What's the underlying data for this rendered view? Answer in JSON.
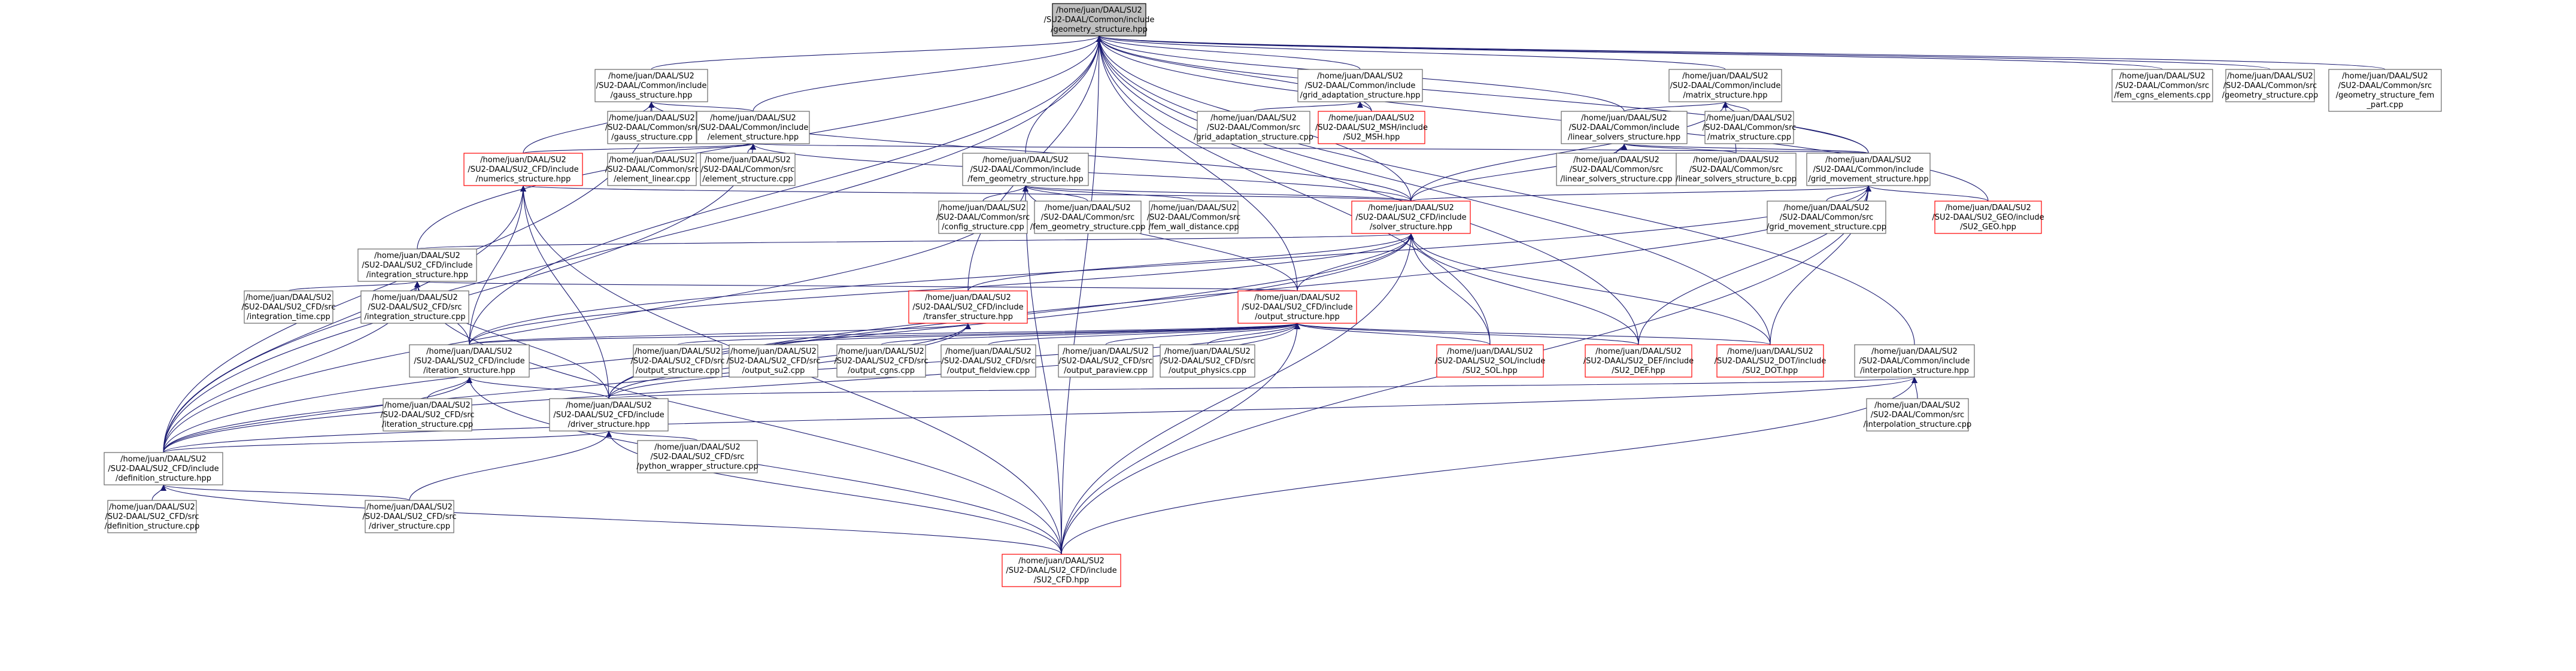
{
  "graph": {
    "colors": {
      "edge": "#191970",
      "root_fill": "#bfbfbf",
      "node_border": "#666666",
      "highlight_border": "#ff0000"
    },
    "nodes": [
      {
        "id": "root",
        "style": "root",
        "lines": [
          "/home/juan/DAAL/SU2",
          "/SU2-DAAL/Common/include",
          "/geometry_structure.hpp"
        ]
      },
      {
        "id": "gauss_hpp",
        "style": "normal",
        "lines": [
          "/home/juan/DAAL/SU2",
          "/SU2-DAAL/Common/include",
          "/gauss_structure.hpp"
        ]
      },
      {
        "id": "gauss_cpp",
        "style": "normal",
        "lines": [
          "/home/juan/DAAL/SU2",
          "/SU2-DAAL/Common/src",
          "/gauss_structure.cpp"
        ]
      },
      {
        "id": "element_hpp",
        "style": "normal",
        "lines": [
          "/home/juan/DAAL/SU2",
          "/SU2-DAAL/Common/include",
          "/element_structure.hpp"
        ]
      },
      {
        "id": "numerics_hpp",
        "style": "red",
        "lines": [
          "/home/juan/DAAL/SU2",
          "/SU2-DAAL/SU2_CFD/include",
          "/numerics_structure.hpp"
        ]
      },
      {
        "id": "element_linear_cpp",
        "style": "normal",
        "lines": [
          "/home/juan/DAAL/SU2",
          "/SU2-DAAL/Common/src",
          "/element_linear.cpp"
        ]
      },
      {
        "id": "element_cpp",
        "style": "normal",
        "lines": [
          "/home/juan/DAAL/SU2",
          "/SU2-DAAL/Common/src",
          "/element_structure.cpp"
        ]
      },
      {
        "id": "fem_hpp",
        "style": "normal",
        "lines": [
          "/home/juan/DAAL/SU2",
          "/SU2-DAAL/Common/include",
          "/fem_geometry_structure.hpp"
        ]
      },
      {
        "id": "config_cpp",
        "style": "normal",
        "lines": [
          "/home/juan/DAAL/SU2",
          "/SU2-DAAL/Common/src",
          "/config_structure.cpp"
        ]
      },
      {
        "id": "fem_geom_cpp",
        "style": "normal",
        "lines": [
          "/home/juan/DAAL/SU2",
          "/SU2-DAAL/Common/src",
          "/fem_geometry_structure.cpp"
        ]
      },
      {
        "id": "fem_wall_cpp",
        "style": "normal",
        "lines": [
          "/home/juan/DAAL/SU2",
          "/SU2-DAAL/Common/src",
          "/fem_wall_distance.cpp"
        ]
      },
      {
        "id": "grid_adapt_hpp",
        "style": "normal",
        "lines": [
          "/home/juan/DAAL/SU2",
          "/SU2-DAAL/Common/include",
          "/grid_adaptation_structure.hpp"
        ]
      },
      {
        "id": "grid_adapt_cpp",
        "style": "normal",
        "lines": [
          "/home/juan/DAAL/SU2",
          "/SU2-DAAL/Common/src",
          "/grid_adaptation_structure.cpp"
        ]
      },
      {
        "id": "su2_msh_hpp",
        "style": "red",
        "lines": [
          "/home/juan/DAAL/SU2",
          "/SU2-DAAL/SU2_MSH/include",
          "/SU2_MSH.hpp"
        ]
      },
      {
        "id": "matrix_hpp",
        "style": "normal",
        "lines": [
          "/home/juan/DAAL/SU2",
          "/SU2-DAAL/Common/include",
          "/matrix_structure.hpp"
        ]
      },
      {
        "id": "linear_hpp",
        "style": "normal",
        "lines": [
          "/home/juan/DAAL/SU2",
          "/SU2-DAAL/Common/include",
          "/linear_solvers_structure.hpp"
        ]
      },
      {
        "id": "matrix_cpp",
        "style": "normal",
        "lines": [
          "/home/juan/DAAL/SU2",
          "/SU2-DAAL/Common/src",
          "/matrix_structure.cpp"
        ]
      },
      {
        "id": "linear_cpp",
        "style": "normal",
        "lines": [
          "/home/juan/DAAL/SU2",
          "/SU2-DAAL/Common/src",
          "/linear_solvers_structure.cpp"
        ]
      },
      {
        "id": "linear_b_cpp",
        "style": "normal",
        "lines": [
          "/home/juan/DAAL/SU2",
          "/SU2-DAAL/Common/src",
          "/linear_solvers_structure_b.cpp"
        ]
      },
      {
        "id": "grid_move_hpp",
        "style": "normal",
        "lines": [
          "/home/juan/DAAL/SU2",
          "/SU2-DAAL/Common/include",
          "/grid_movement_structure.hpp"
        ]
      },
      {
        "id": "grid_move_cpp",
        "style": "normal",
        "lines": [
          "/home/juan/DAAL/SU2",
          "/SU2-DAAL/Common/src",
          "/grid_movement_structure.cpp"
        ]
      },
      {
        "id": "su2_geo_hpp",
        "style": "red",
        "lines": [
          "/home/juan/DAAL/SU2",
          "/SU2-DAAL/SU2_GEO/include",
          "/SU2_GEO.hpp"
        ]
      },
      {
        "id": "fem_cgns_cpp",
        "style": "normal",
        "lines": [
          "/home/juan/DAAL/SU2",
          "/SU2-DAAL/Common/src",
          "/fem_cgns_elements.cpp"
        ]
      },
      {
        "id": "geometry_cpp",
        "style": "normal",
        "lines": [
          "/home/juan/DAAL/SU2",
          "/SU2-DAAL/Common/src",
          "/geometry_structure.cpp"
        ]
      },
      {
        "id": "geom_fem_part_cpp",
        "style": "normal",
        "lines": [
          "/home/juan/DAAL/SU2",
          "/SU2-DAAL/Common/src",
          "/geometry_structure_fem",
          "_part.cpp"
        ]
      },
      {
        "id": "solver_hpp",
        "style": "red",
        "lines": [
          "/home/juan/DAAL/SU2",
          "/SU2-DAAL/SU2_CFD/include",
          "/solver_structure.hpp"
        ]
      },
      {
        "id": "integration_hpp",
        "style": "normal",
        "lines": [
          "/home/juan/DAAL/SU2",
          "/SU2-DAAL/SU2_CFD/include",
          "/integration_structure.hpp"
        ]
      },
      {
        "id": "integration_time_cpp",
        "style": "normal",
        "lines": [
          "/home/juan/DAAL/SU2",
          "/SU2-DAAL/SU2_CFD/src",
          "/integration_time.cpp"
        ]
      },
      {
        "id": "integration_cpp",
        "style": "normal",
        "lines": [
          "/home/juan/DAAL/SU2",
          "/SU2-DAAL/SU2_CFD/src",
          "/integration_structure.cpp"
        ]
      },
      {
        "id": "transfer_hpp",
        "style": "red",
        "lines": [
          "/home/juan/DAAL/SU2",
          "/SU2-DAAL/SU2_CFD/include",
          "/transfer_structure.hpp"
        ]
      },
      {
        "id": "output_hpp",
        "style": "red",
        "lines": [
          "/home/juan/DAAL/SU2",
          "/SU2-DAAL/SU2_CFD/include",
          "/output_structure.hpp"
        ]
      },
      {
        "id": "iteration_hpp",
        "style": "normal",
        "lines": [
          "/home/juan/DAAL/SU2",
          "/SU2-DAAL/SU2_CFD/include",
          "/iteration_structure.hpp"
        ]
      },
      {
        "id": "output_structure_cpp",
        "style": "normal",
        "lines": [
          "/home/juan/DAAL/SU2",
          "/SU2-DAAL/SU2_CFD/src",
          "/output_structure.cpp"
        ]
      },
      {
        "id": "output_su2_cpp",
        "style": "normal",
        "lines": [
          "/home/juan/DAAL/SU2",
          "/SU2-DAAL/SU2_CFD/src",
          "/output_su2.cpp"
        ]
      },
      {
        "id": "output_cgns_cpp",
        "style": "normal",
        "lines": [
          "/home/juan/DAAL/SU2",
          "/SU2-DAAL/SU2_CFD/src",
          "/output_cgns.cpp"
        ]
      },
      {
        "id": "output_fieldview_cpp",
        "style": "normal",
        "lines": [
          "/home/juan/DAAL/SU2",
          "/SU2-DAAL/SU2_CFD/src",
          "/output_fieldview.cpp"
        ]
      },
      {
        "id": "output_paraview_cpp",
        "style": "normal",
        "lines": [
          "/home/juan/DAAL/SU2",
          "/SU2-DAAL/SU2_CFD/src",
          "/output_paraview.cpp"
        ]
      },
      {
        "id": "output_physics_cpp",
        "style": "normal",
        "lines": [
          "/home/juan/DAAL/SU2",
          "/SU2-DAAL/SU2_CFD/src",
          "/output_physics.cpp"
        ]
      },
      {
        "id": "su2_sol_hpp",
        "style": "red",
        "lines": [
          "/home/juan/DAAL/SU2",
          "/SU2-DAAL/SU2_SOL/include",
          "/SU2_SOL.hpp"
        ]
      },
      {
        "id": "su2_def_hpp",
        "style": "red",
        "lines": [
          "/home/juan/DAAL/SU2",
          "/SU2-DAAL/SU2_DEF/include",
          "/SU2_DEF.hpp"
        ]
      },
      {
        "id": "su2_dot_hpp",
        "style": "red",
        "lines": [
          "/home/juan/DAAL/SU2",
          "/SU2-DAAL/SU2_DOT/include",
          "/SU2_DOT.hpp"
        ]
      },
      {
        "id": "interp_hpp",
        "style": "normal",
        "lines": [
          "/home/juan/DAAL/SU2",
          "/SU2-DAAL/Common/include",
          "/interpolation_structure.hpp"
        ]
      },
      {
        "id": "interp_cpp",
        "style": "normal",
        "lines": [
          "/home/juan/DAAL/SU2",
          "/SU2-DAAL/Common/src",
          "/interpolation_structure.cpp"
        ]
      },
      {
        "id": "iteration_cpp",
        "style": "normal",
        "lines": [
          "/home/juan/DAAL/SU2",
          "/SU2-DAAL/SU2_CFD/src",
          "/iteration_structure.cpp"
        ]
      },
      {
        "id": "driver_hpp",
        "style": "normal",
        "lines": [
          "/home/juan/DAAL/SU2",
          "/SU2-DAAL/SU2_CFD/include",
          "/driver_structure.hpp"
        ]
      },
      {
        "id": "python_wrapper_cpp",
        "style": "normal",
        "lines": [
          "/home/juan/DAAL/SU2",
          "/SU2-DAAL/SU2_CFD/src",
          "/python_wrapper_structure.cpp"
        ]
      },
      {
        "id": "definition_hpp",
        "style": "normal",
        "lines": [
          "/home/juan/DAAL/SU2",
          "/SU2-DAAL/SU2_CFD/include",
          "/definition_structure.hpp"
        ]
      },
      {
        "id": "definition_cpp",
        "style": "normal",
        "lines": [
          "/home/juan/DAAL/SU2",
          "/SU2-DAAL/SU2_CFD/src",
          "/definition_structure.cpp"
        ]
      },
      {
        "id": "driver_cpp",
        "style": "normal",
        "lines": [
          "/home/juan/DAAL/SU2",
          "/SU2-DAAL/SU2_CFD/src",
          "/driver_structure.cpp"
        ]
      },
      {
        "id": "su2_cfd_hpp",
        "style": "red",
        "lines": [
          "/home/juan/DAAL/SU2",
          "/SU2-DAAL/SU2_CFD/include",
          "/SU2_CFD.hpp"
        ]
      }
    ],
    "edges": [
      [
        "gauss_hpp",
        "root"
      ],
      [
        "grid_adapt_hpp",
        "root"
      ],
      [
        "matrix_hpp",
        "root"
      ],
      [
        "fem_cgns_cpp",
        "root"
      ],
      [
        "geometry_cpp",
        "root"
      ],
      [
        "geom_fem_part_cpp",
        "root"
      ],
      [
        "element_hpp",
        "root"
      ],
      [
        "fem_hpp",
        "root"
      ],
      [
        "su2_msh_hpp",
        "root"
      ],
      [
        "linear_hpp",
        "root"
      ],
      [
        "grid_move_hpp",
        "root"
      ],
      [
        "solver_hpp",
        "root"
      ],
      [
        "integration_hpp",
        "root"
      ],
      [
        "transfer_hpp",
        "root"
      ],
      [
        "output_hpp",
        "root"
      ],
      [
        "su2_sol_hpp",
        "root"
      ],
      [
        "su2_def_hpp",
        "root"
      ],
      [
        "su2_dot_hpp",
        "root"
      ],
      [
        "interp_hpp",
        "root"
      ],
      [
        "su2_geo_hpp",
        "root"
      ],
      [
        "definition_hpp",
        "root"
      ],
      [
        "su2_cfd_hpp",
        "root"
      ],
      [
        "iteration_hpp",
        "root"
      ],
      [
        "gauss_cpp",
        "gauss_hpp"
      ],
      [
        "element_hpp",
        "gauss_hpp"
      ],
      [
        "numerics_hpp",
        "gauss_hpp"
      ],
      [
        "definition_hpp",
        "gauss_hpp"
      ],
      [
        "solver_hpp",
        "gauss_hpp"
      ],
      [
        "numerics_hpp",
        "element_hpp"
      ],
      [
        "element_linear_cpp",
        "element_hpp"
      ],
      [
        "element_cpp",
        "element_hpp"
      ],
      [
        "solver_hpp",
        "element_hpp"
      ],
      [
        "definition_hpp",
        "element_hpp"
      ],
      [
        "grid_move_hpp",
        "element_hpp"
      ],
      [
        "solver_hpp",
        "numerics_hpp"
      ],
      [
        "iteration_hpp",
        "numerics_hpp"
      ],
      [
        "definition_hpp",
        "numerics_hpp"
      ],
      [
        "driver_hpp",
        "numerics_hpp"
      ],
      [
        "su2_cfd_hpp",
        "numerics_hpp"
      ],
      [
        "config_cpp",
        "fem_hpp"
      ],
      [
        "fem_geom_cpp",
        "fem_hpp"
      ],
      [
        "fem_wall_cpp",
        "fem_hpp"
      ],
      [
        "solver_hpp",
        "fem_hpp"
      ],
      [
        "output_hpp",
        "fem_hpp"
      ],
      [
        "definition_hpp",
        "fem_hpp"
      ],
      [
        "su2_cfd_hpp",
        "fem_hpp"
      ],
      [
        "grid_adapt_cpp",
        "grid_adapt_hpp"
      ],
      [
        "su2_msh_hpp",
        "grid_adapt_hpp"
      ],
      [
        "linear_hpp",
        "matrix_hpp"
      ],
      [
        "matrix_cpp",
        "matrix_hpp"
      ],
      [
        "grid_move_hpp",
        "matrix_hpp"
      ],
      [
        "solver_hpp",
        "matrix_hpp"
      ],
      [
        "linear_b_cpp",
        "matrix_hpp"
      ],
      [
        "linear_cpp",
        "linear_hpp"
      ],
      [
        "linear_b_cpp",
        "linear_hpp"
      ],
      [
        "grid_move_hpp",
        "linear_hpp"
      ],
      [
        "solver_hpp",
        "linear_hpp"
      ],
      [
        "grid_move_cpp",
        "grid_move_hpp"
      ],
      [
        "su2_geo_hpp",
        "grid_move_hpp"
      ],
      [
        "solver_hpp",
        "grid_move_hpp"
      ],
      [
        "su2_def_hpp",
        "grid_move_hpp"
      ],
      [
        "su2_dot_hpp",
        "grid_move_hpp"
      ],
      [
        "driver_hpp",
        "grid_move_hpp"
      ],
      [
        "su2_cfd_hpp",
        "grid_move_hpp"
      ],
      [
        "iteration_hpp",
        "grid_move_hpp"
      ],
      [
        "integration_hpp",
        "solver_hpp"
      ],
      [
        "transfer_hpp",
        "solver_hpp"
      ],
      [
        "output_hpp",
        "solver_hpp"
      ],
      [
        "iteration_hpp",
        "solver_hpp"
      ],
      [
        "driver_hpp",
        "solver_hpp"
      ],
      [
        "su2_sol_hpp",
        "solver_hpp"
      ],
      [
        "su2_def_hpp",
        "solver_hpp"
      ],
      [
        "su2_dot_hpp",
        "solver_hpp"
      ],
      [
        "definition_hpp",
        "solver_hpp"
      ],
      [
        "su2_cfd_hpp",
        "solver_hpp"
      ],
      [
        "integration_time_cpp",
        "integration_hpp"
      ],
      [
        "integration_cpp",
        "integration_hpp"
      ],
      [
        "output_hpp",
        "integration_hpp"
      ],
      [
        "iteration_hpp",
        "integration_hpp"
      ],
      [
        "driver_hpp",
        "integration_hpp"
      ],
      [
        "definition_hpp",
        "integration_hpp"
      ],
      [
        "su2_cfd_hpp",
        "integration_hpp"
      ],
      [
        "iteration_hpp",
        "transfer_hpp"
      ],
      [
        "driver_hpp",
        "transfer_hpp"
      ],
      [
        "definition_hpp",
        "transfer_hpp"
      ],
      [
        "iteration_hpp",
        "output_hpp"
      ],
      [
        "output_structure_cpp",
        "output_hpp"
      ],
      [
        "output_su2_cpp",
        "output_hpp"
      ],
      [
        "output_cgns_cpp",
        "output_hpp"
      ],
      [
        "output_fieldview_cpp",
        "output_hpp"
      ],
      [
        "output_paraview_cpp",
        "output_hpp"
      ],
      [
        "output_physics_cpp",
        "output_hpp"
      ],
      [
        "su2_sol_hpp",
        "output_hpp"
      ],
      [
        "su2_def_hpp",
        "output_hpp"
      ],
      [
        "su2_dot_hpp",
        "output_hpp"
      ],
      [
        "driver_hpp",
        "output_hpp"
      ],
      [
        "su2_cfd_hpp",
        "output_hpp"
      ],
      [
        "definition_hpp",
        "output_hpp"
      ],
      [
        "interp_cpp",
        "interp_hpp"
      ],
      [
        "driver_hpp",
        "interp_hpp"
      ],
      [
        "su2_cfd_hpp",
        "interp_hpp"
      ],
      [
        "definition_hpp",
        "interp_hpp"
      ],
      [
        "iteration_cpp",
        "iteration_hpp"
      ],
      [
        "driver_hpp",
        "iteration_hpp"
      ],
      [
        "definition_hpp",
        "iteration_hpp"
      ],
      [
        "su2_cfd_hpp",
        "iteration_hpp"
      ],
      [
        "definition_hpp",
        "driver_hpp"
      ],
      [
        "python_wrapper_cpp",
        "driver_hpp"
      ],
      [
        "driver_cpp",
        "driver_hpp"
      ],
      [
        "su2_cfd_hpp",
        "driver_hpp"
      ],
      [
        "definition_cpp",
        "definition_hpp"
      ],
      [
        "driver_cpp",
        "definition_hpp"
      ],
      [
        "su2_cfd_hpp",
        "definition_hpp"
      ]
    ]
  }
}
